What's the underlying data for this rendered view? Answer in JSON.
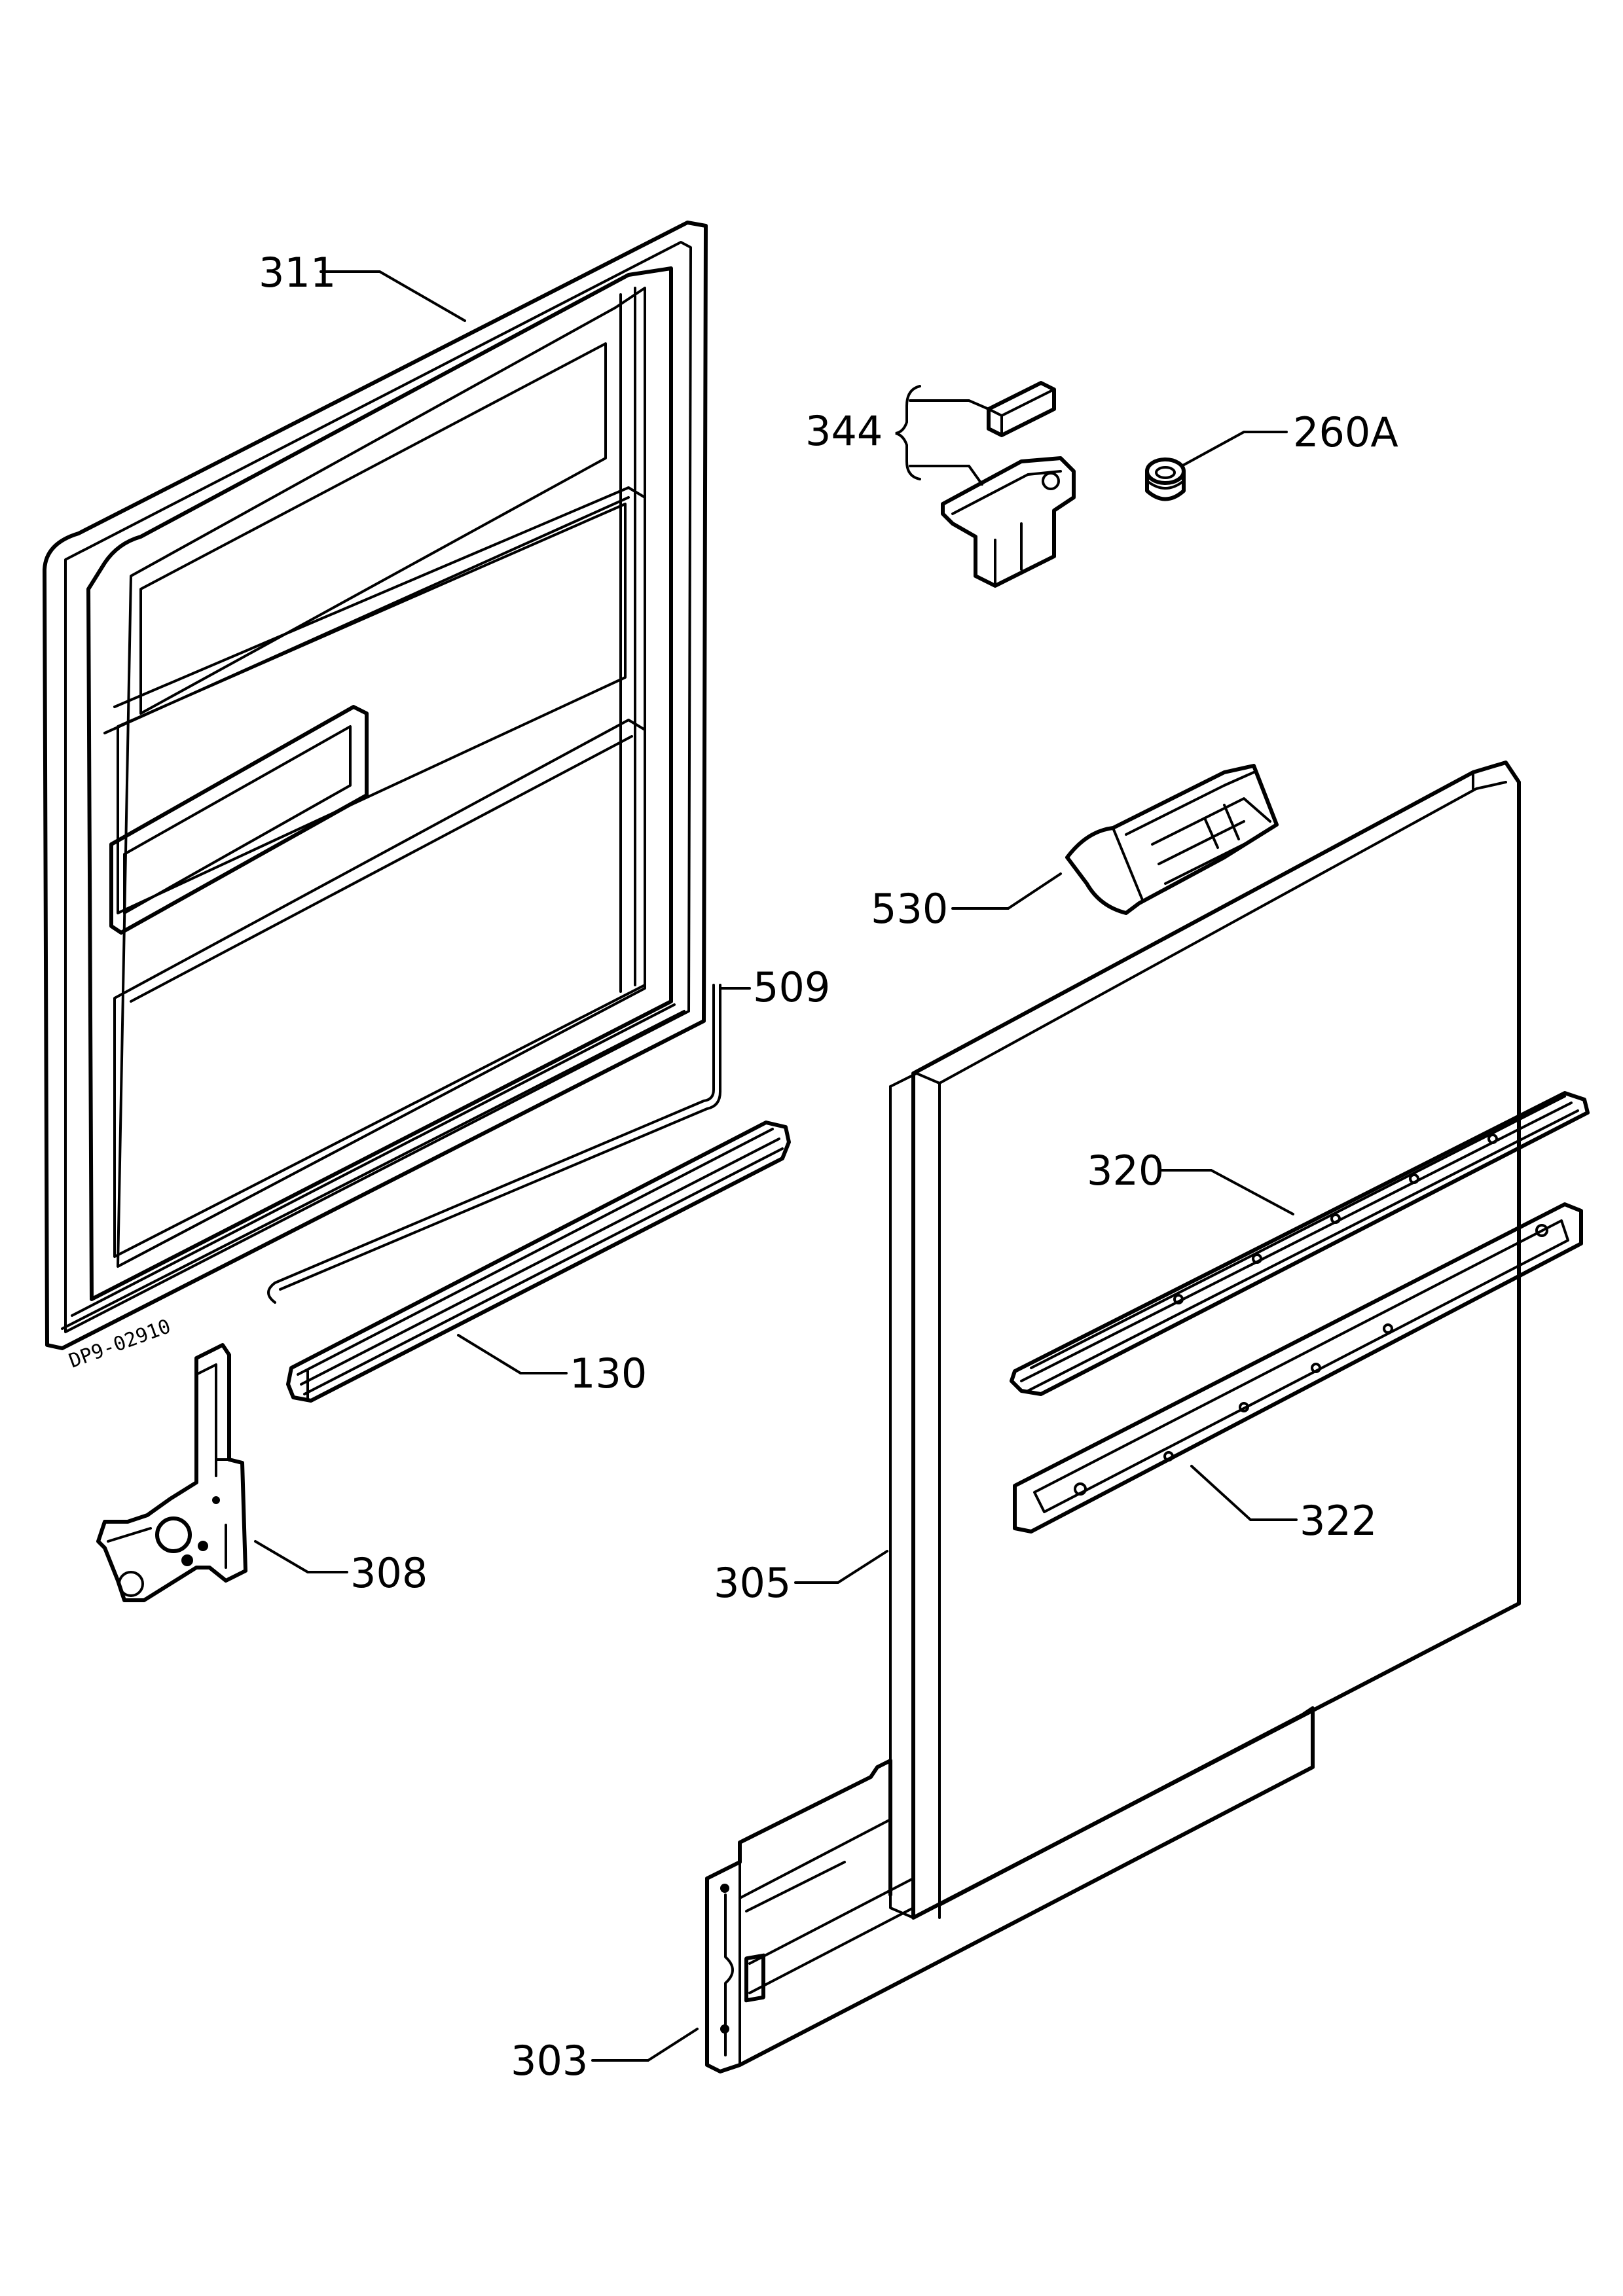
{
  "diagram": {
    "drawing_code": "DP9-02910",
    "callouts": {
      "outer_door_frame": "311",
      "door_lock_assembly": "344",
      "spacer_nut": "260A",
      "door_handle": "530",
      "door_spring_wire": "509",
      "door_seal": "130",
      "door_hinge": "308",
      "front_panel": "305",
      "upper_rail": "320",
      "lower_rail": "322",
      "kick_plate": "303"
    }
  }
}
